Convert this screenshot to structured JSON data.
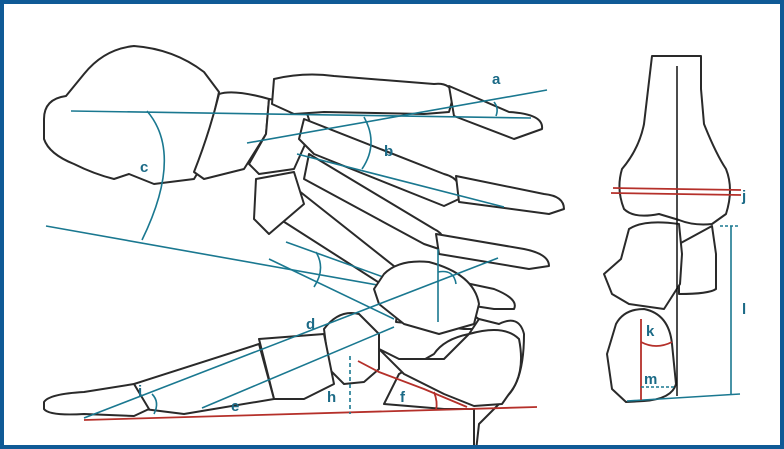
{
  "labels": {
    "a": "a",
    "b": "b",
    "c": "c",
    "d": "d",
    "e": "e",
    "f": "f",
    "h": "h",
    "i": "i",
    "j": "j",
    "k": "k",
    "l": "l",
    "m": "m"
  },
  "colors": {
    "frame": "#0f5a96",
    "axis_lines": "#1a7890",
    "red_lines": "#b5302a",
    "bone_outline": "#2a2a2a"
  }
}
